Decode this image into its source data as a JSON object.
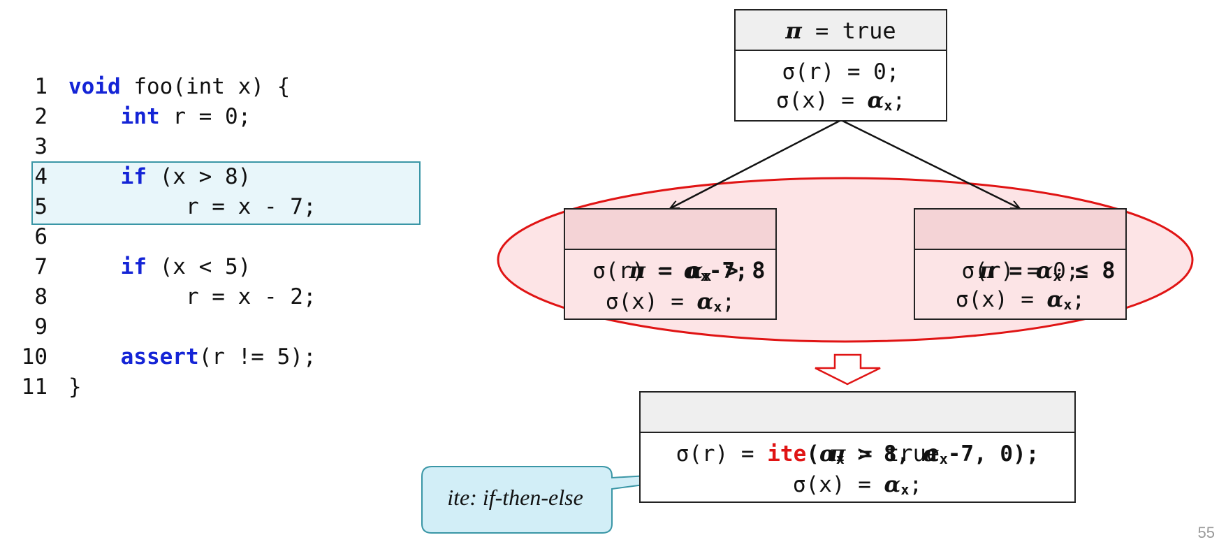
{
  "code": {
    "lines": [
      {
        "num": "1",
        "kw": "void",
        "rest": " foo(int x) {",
        "indent": ""
      },
      {
        "num": "2",
        "kw": "int",
        "rest": " r = 0;",
        "indent": "    "
      },
      {
        "num": "3",
        "kw": "",
        "rest": "",
        "indent": ""
      },
      {
        "num": "4",
        "kw": "if",
        "rest": " (x > 8)",
        "indent": "    "
      },
      {
        "num": "5",
        "kw": "",
        "rest": "r = x - 7;",
        "indent": "         "
      },
      {
        "num": "6",
        "kw": "",
        "rest": "",
        "indent": ""
      },
      {
        "num": "7",
        "kw": "if",
        "rest": " (x < 5)",
        "indent": "    "
      },
      {
        "num": "8",
        "kw": "",
        "rest": "r = x - 2;",
        "indent": "         "
      },
      {
        "num": "9",
        "kw": "",
        "rest": "",
        "indent": ""
      },
      {
        "num": "10",
        "kw": "assert",
        "rest": "(r != 5);",
        "indent": "    "
      },
      {
        "num": "11",
        "kw": "",
        "rest": "}",
        "indent": ""
      }
    ]
  },
  "top_state": {
    "pi_symbol": "π",
    "pi_value": " = true",
    "r_line": "σ(r) = 0;",
    "x_prefix": "σ(x) = ",
    "x_symbol": "α",
    "x_sub": "x",
    "x_suffix": ";"
  },
  "left_state": {
    "pi_symbol": "π",
    "pi_eq": " = ",
    "cond_symbol": "α",
    "cond_sub": "x",
    "cond_rest": " > 8",
    "r_prefix": "σ(r) = ",
    "r_symbol": "α",
    "r_sub": "x",
    "r_rest": "-7;",
    "x_prefix": "σ(x) = ",
    "x_symbol": "α",
    "x_sub": "x",
    "x_suffix": ";"
  },
  "right_state": {
    "pi_symbol": "π",
    "pi_eq": " = ",
    "cond_symbol": "α",
    "cond_sub": "x",
    "cond_rest": " ≤ 8",
    "r_line": "σ(r) = 0;",
    "x_prefix": "σ(x) = ",
    "x_symbol": "α",
    "x_sub": "x",
    "x_suffix": ";"
  },
  "merged_state": {
    "pi_symbol": "π",
    "pi_value": " = true",
    "r_prefix": "σ(r) = ",
    "ite": "ite",
    "ite_open": "(",
    "a1_symbol": "α",
    "a1_sub": "x",
    "a1_rest": " > 8, ",
    "a2_symbol": "α",
    "a2_sub": "x",
    "a2_rest": "-7, 0);",
    "x_prefix": "σ(x) = ",
    "x_symbol": "α",
    "x_sub": "x",
    "x_suffix": ";"
  },
  "callout": {
    "text": "ite: if-then-else"
  },
  "page_number": "55",
  "colors": {
    "keyword": "#1424d6",
    "highlight_fill": "#e8f6fa",
    "highlight_border": "#3a96a6",
    "ellipse_stroke": "#e01414",
    "ellipse_fill": "#fde4e6",
    "ite_color": "#e01414",
    "callout_fill": "#d2eef7"
  }
}
